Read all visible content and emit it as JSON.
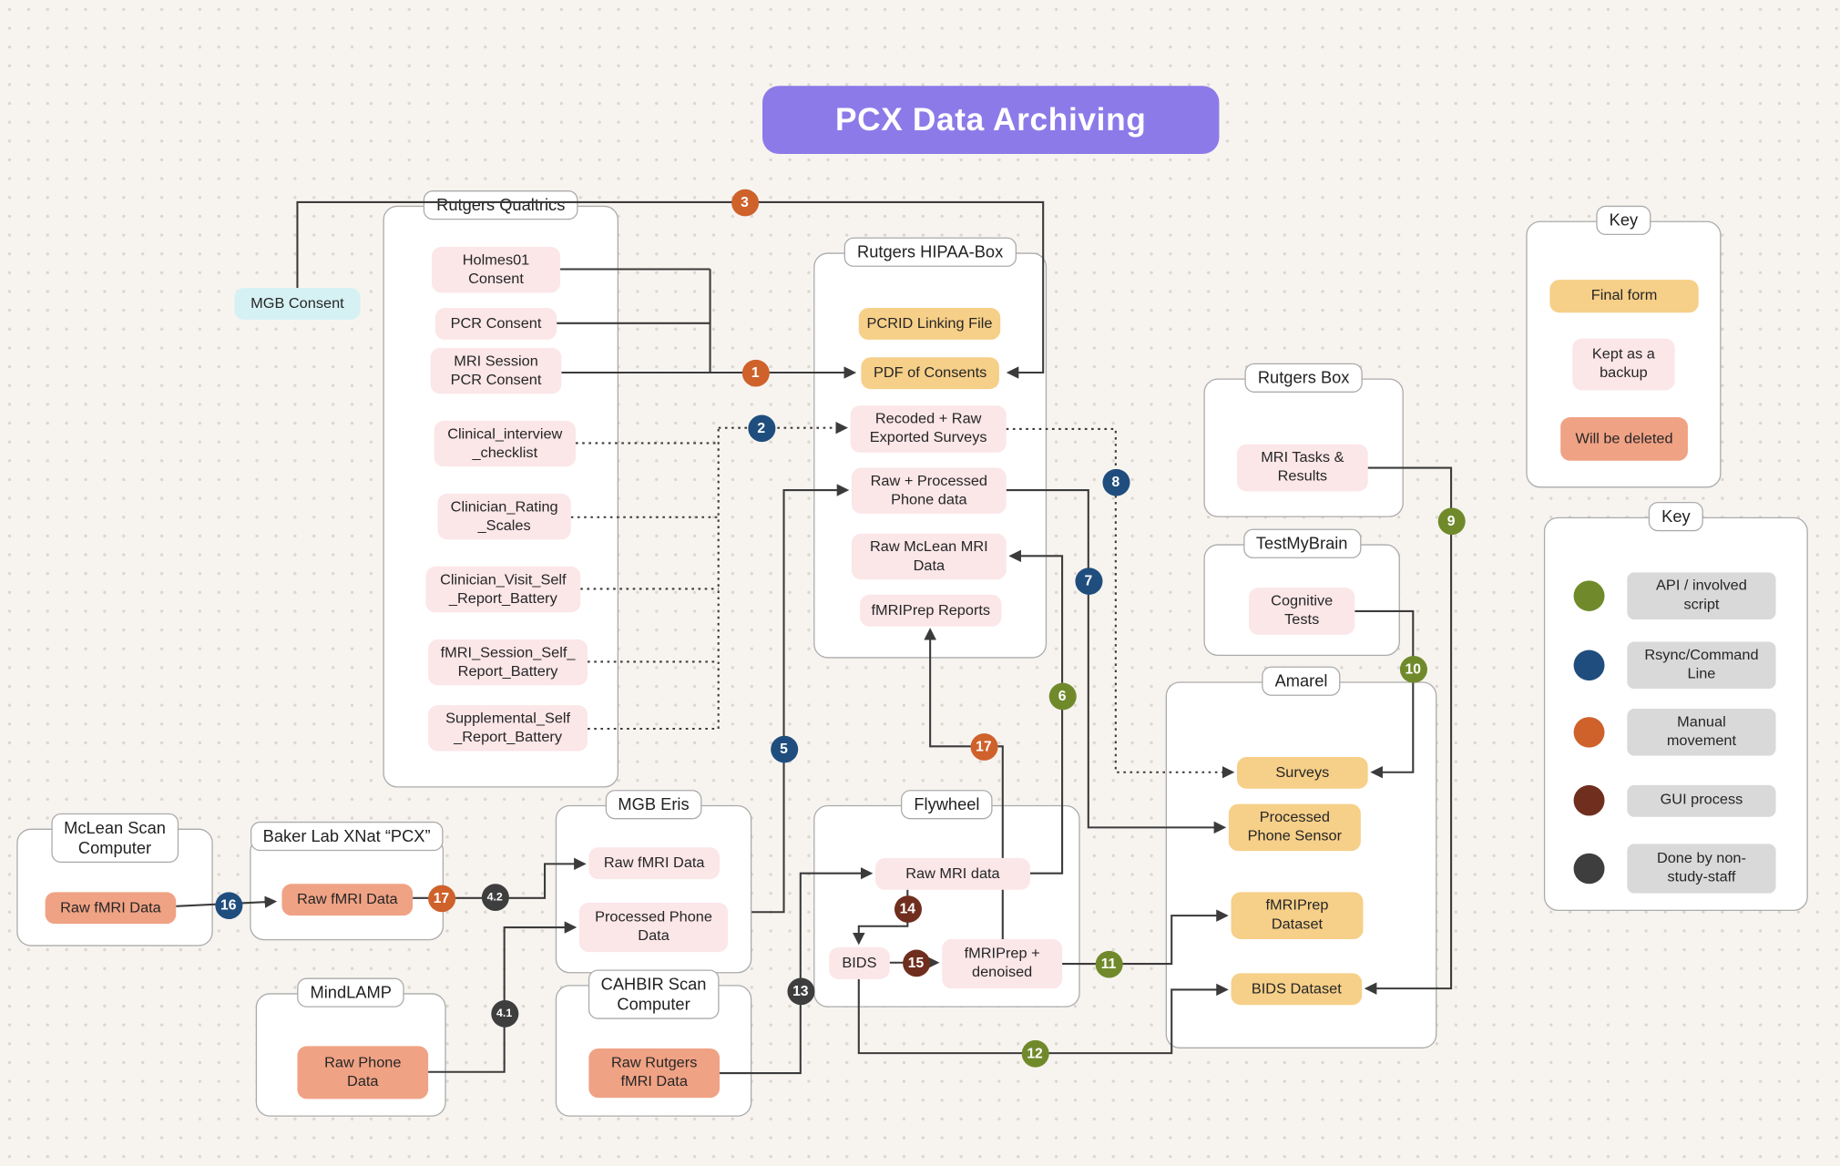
{
  "title": "PCX Data Archiving",
  "colors": {
    "kinds": {
      "final": "#F6CF88",
      "backup": "#FBE6E8",
      "delete": "#F0A284",
      "consent": "#D6F1F4",
      "legend": "#D9D9D9"
    },
    "process": {
      "api": "#708A2B",
      "rsync": "#1F4E7E",
      "manual": "#CF612B",
      "gui": "#6F2E1E",
      "staff": "#3E3E3E"
    }
  },
  "groups": [
    {
      "id": "rutgers-qualtrics",
      "label": "Rutgers Qualtrics"
    },
    {
      "id": "rutgers-hipaa-box",
      "label": "Rutgers HIPAA-Box"
    },
    {
      "id": "rutgers-box",
      "label": "Rutgers Box"
    },
    {
      "id": "testmybrain",
      "label": "TestMyBrain"
    },
    {
      "id": "amarel",
      "label": "Amarel"
    },
    {
      "id": "mclean-scan",
      "label": "McLean Scan\nComputer"
    },
    {
      "id": "baker-xnat",
      "label": "Baker Lab XNat “PCX”"
    },
    {
      "id": "mindlamp",
      "label": "MindLAMP"
    },
    {
      "id": "mgb-eris",
      "label": "MGB Eris"
    },
    {
      "id": "cahbir-scan",
      "label": "CAHBIR Scan\nComputer"
    },
    {
      "id": "flywheel",
      "label": "Flywheel"
    },
    {
      "id": "key-status",
      "label": "Key"
    },
    {
      "id": "key-process",
      "label": "Key"
    }
  ],
  "nodes": [
    {
      "id": "mgb-consent",
      "kind": "consent",
      "label": "MGB Consent"
    },
    {
      "id": "holmes01-consent",
      "kind": "backup",
      "label": "Holmes01\nConsent"
    },
    {
      "id": "pcr-consent",
      "kind": "backup",
      "label": "PCR Consent"
    },
    {
      "id": "mri-session-pcr-consent",
      "kind": "backup",
      "label": "MRI Session\nPCR Consent"
    },
    {
      "id": "clinical-interview-checklist",
      "kind": "backup",
      "label": "Clinical_interview\n_checklist"
    },
    {
      "id": "clinician-rating-scales",
      "kind": "backup",
      "label": "Clinician_Rating\n_Scales"
    },
    {
      "id": "clinician-visit-self-report-battery",
      "kind": "backup",
      "label": "Clinician_Visit_Self\n_Report_Battery"
    },
    {
      "id": "fmri-session-self-report-battery",
      "kind": "backup",
      "label": "fMRI_Session_Self_\nReport_Battery"
    },
    {
      "id": "supplemental-self-report-battery",
      "kind": "backup",
      "label": "Supplemental_Self\n_Report_Battery"
    },
    {
      "id": "pcrid-linking-file",
      "kind": "final",
      "label": "PCRID Linking File"
    },
    {
      "id": "pdf-of-consents",
      "kind": "final",
      "label": "PDF of Consents"
    },
    {
      "id": "recoded-raw-exported-surveys",
      "kind": "backup",
      "label": "Recoded + Raw\nExported Surveys"
    },
    {
      "id": "raw-processed-phone-data",
      "kind": "backup",
      "label": "Raw + Processed\nPhone data"
    },
    {
      "id": "raw-mclean-mri-data",
      "kind": "backup",
      "label": "Raw McLean MRI\nData"
    },
    {
      "id": "fmriprep-reports",
      "kind": "backup",
      "label": "fMRIPrep Reports"
    },
    {
      "id": "mri-tasks-results",
      "kind": "backup",
      "label": "MRI Tasks &\nResults"
    },
    {
      "id": "cognitive-tests",
      "kind": "backup",
      "label": "Cognitive\nTests"
    },
    {
      "id": "surveys",
      "kind": "final",
      "label": "Surveys"
    },
    {
      "id": "processed-phone-sensor",
      "kind": "final",
      "label": "Processed\nPhone Sensor"
    },
    {
      "id": "fmriprep-dataset",
      "kind": "final",
      "label": "fMRIPrep\nDataset"
    },
    {
      "id": "bids-dataset",
      "kind": "final",
      "label": "BIDS Dataset"
    },
    {
      "id": "mclean-raw-fmri",
      "kind": "delete",
      "label": "Raw fMRI Data"
    },
    {
      "id": "baker-raw-fmri",
      "kind": "delete",
      "label": "Raw fMRI Data"
    },
    {
      "id": "raw-phone-data",
      "kind": "delete",
      "label": "Raw Phone\nData"
    },
    {
      "id": "eris-raw-fmri",
      "kind": "backup",
      "label": "Raw fMRI Data"
    },
    {
      "id": "eris-processed-phone",
      "kind": "backup",
      "label": "Processed Phone\nData"
    },
    {
      "id": "cahbir-raw-fmri",
      "kind": "delete",
      "label": "Raw Rutgers\nfMRI Data"
    },
    {
      "id": "flywheel-raw-mri",
      "kind": "backup",
      "label": "Raw MRI data"
    },
    {
      "id": "flywheel-bids",
      "kind": "backup",
      "label": "BIDS"
    },
    {
      "id": "flywheel-fmriprep-denoised",
      "kind": "backup",
      "label": "fMRIPrep +\ndenoised"
    }
  ],
  "steps": [
    {
      "id": "s1",
      "label": "1",
      "type": "manual"
    },
    {
      "id": "s2",
      "label": "2",
      "type": "rsync"
    },
    {
      "id": "s3",
      "label": "3",
      "type": "manual"
    },
    {
      "id": "s4-1",
      "label": "4.1",
      "type": "staff"
    },
    {
      "id": "s4-2",
      "label": "4.2",
      "type": "staff"
    },
    {
      "id": "s5",
      "label": "5",
      "type": "rsync"
    },
    {
      "id": "s6",
      "label": "6",
      "type": "api"
    },
    {
      "id": "s7",
      "label": "7",
      "type": "rsync"
    },
    {
      "id": "s8",
      "label": "8",
      "type": "rsync"
    },
    {
      "id": "s9",
      "label": "9",
      "type": "api"
    },
    {
      "id": "s10",
      "label": "10",
      "type": "api"
    },
    {
      "id": "s11",
      "label": "11",
      "type": "api"
    },
    {
      "id": "s12",
      "label": "12",
      "type": "api"
    },
    {
      "id": "s13",
      "label": "13",
      "type": "staff"
    },
    {
      "id": "s14",
      "label": "14",
      "type": "gui"
    },
    {
      "id": "s15",
      "label": "15",
      "type": "gui"
    },
    {
      "id": "s16",
      "label": "16",
      "type": "rsync"
    },
    {
      "id": "s17a",
      "label": "17",
      "type": "manual"
    },
    {
      "id": "s17b",
      "label": "17",
      "type": "manual"
    }
  ],
  "legend_status": {
    "items": [
      {
        "name": "final-form",
        "kind": "final",
        "label": "Final form"
      },
      {
        "name": "kept-as-backup",
        "kind": "backup",
        "label": "Kept as a\nbackup"
      },
      {
        "name": "will-be-deleted",
        "kind": "delete",
        "label": "Will be deleted"
      }
    ]
  },
  "legend_process": {
    "items": [
      {
        "name": "api-involved-script",
        "type": "api",
        "label": "API / involved\nscript"
      },
      {
        "name": "rsync-command-line",
        "type": "rsync",
        "label": "Rsync/Command\nLine"
      },
      {
        "name": "manual-movement",
        "type": "manual",
        "label": "Manual\nmovement"
      },
      {
        "name": "gui-process",
        "type": "gui",
        "label": "GUI process"
      },
      {
        "name": "done-by-non-study-staff",
        "type": "staff",
        "label": "Done by non-\nstudy-staff"
      }
    ]
  }
}
